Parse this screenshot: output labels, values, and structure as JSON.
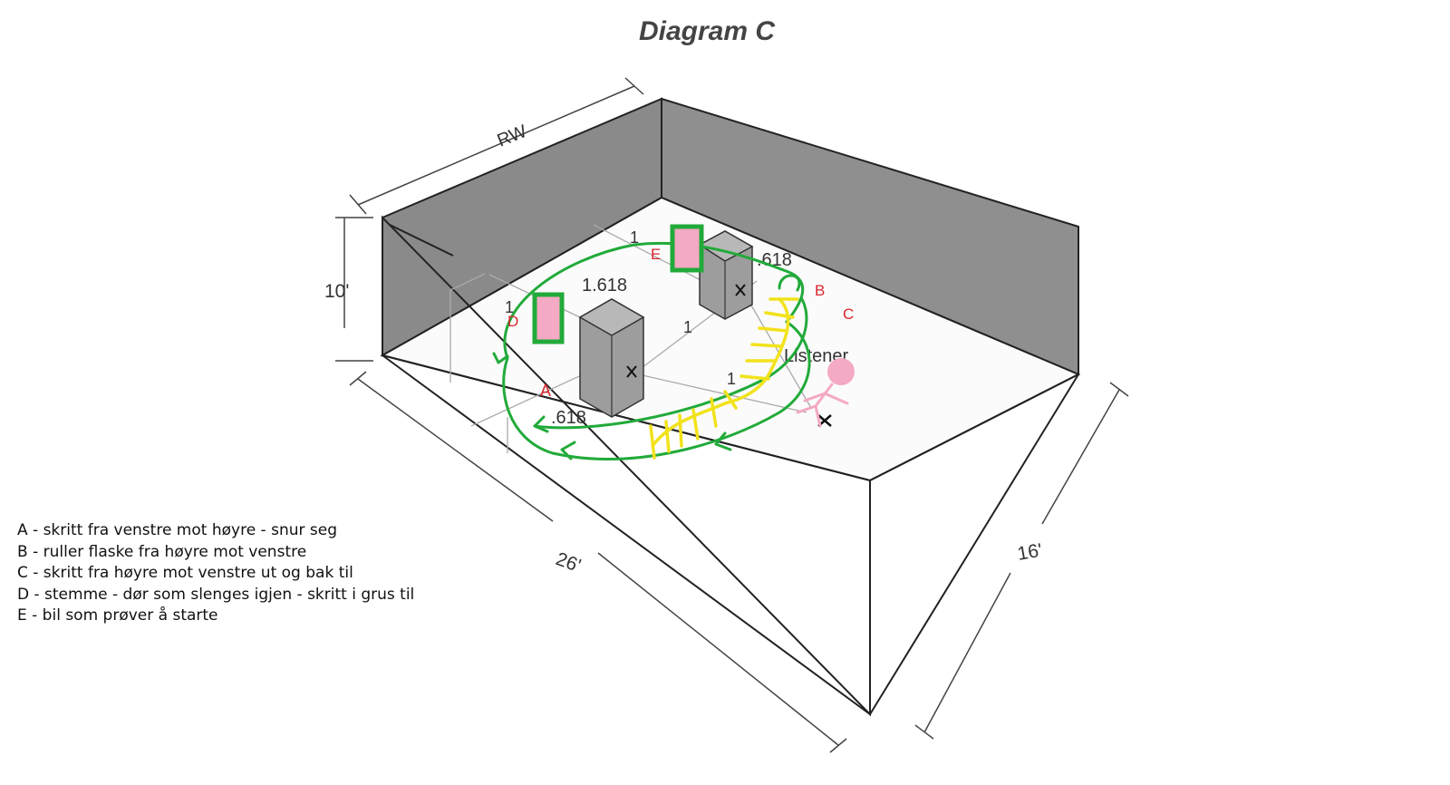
{
  "title": "Diagram C",
  "dimensions": {
    "width_rw": "RW",
    "height": "10'",
    "length": "26'",
    "depth": "16'"
  },
  "ratios": {
    "r_1618": "1.618",
    "r_618_top": ".618",
    "r_618_left": ".618",
    "one_a": "1",
    "one_b": "1",
    "one_c": "1",
    "one_d": "1"
  },
  "listener_label": "Listener",
  "markers": {
    "A": "A",
    "B": "B",
    "C": "C",
    "D": "D",
    "E": "E"
  },
  "legend": [
    "A - skritt fra venstre mot høyre - snur seg",
    "B - ruller flaske fra høyre mot venstre",
    "C - skritt fra høyre mot venstre ut og bak til",
    "D - stemme - dør som slenges igjen - skritt i grus til",
    "E - bil som prøver å starte"
  ],
  "colors": {
    "wall": "#8c8c8c",
    "speaker": "#9a9a9a",
    "path_green": "#22aa3a",
    "path_yellow": "#f2e21b",
    "source_pink": "#f4a9c4",
    "marker_red": "#d9262c"
  }
}
